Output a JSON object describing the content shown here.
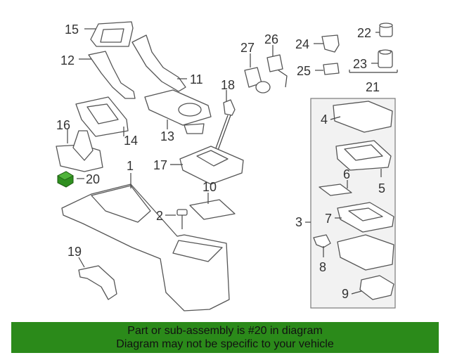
{
  "diagram": {
    "labels": {
      "p1": "1",
      "p2": "2",
      "p3": "3",
      "p4": "4",
      "p5": "5",
      "p6": "6",
      "p7": "7",
      "p8": "8",
      "p9": "9",
      "p10": "10",
      "p11": "11",
      "p12": "12",
      "p13": "13",
      "p14": "14",
      "p15": "15",
      "p16": "16",
      "p17": "17",
      "p18": "18",
      "p19": "19",
      "p20": "20",
      "p21": "21",
      "p22": "22",
      "p23": "23",
      "p24": "24",
      "p25": "25",
      "p26": "26",
      "p27": "27"
    },
    "highlight_color": "#2f8f1f"
  },
  "caption": {
    "line1": "Part or sub-assembly is #20 in diagram",
    "line2": "Diagram may not be specific to your vehicle",
    "background": "#2b8a1a"
  }
}
